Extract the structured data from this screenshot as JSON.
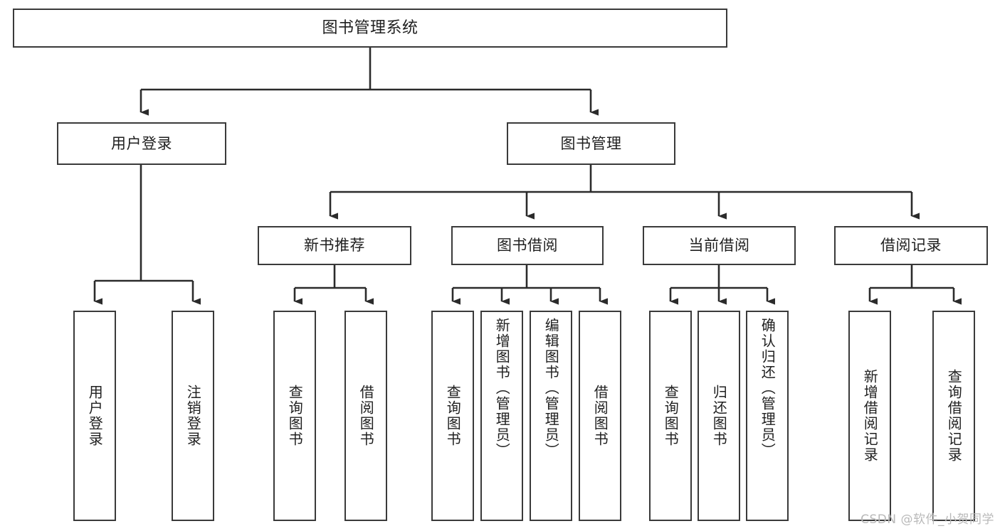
{
  "diagram": {
    "title": "图书管理系统",
    "type": "tree-hierarchy-diagram",
    "watermark": "CSDN @软件_小贺同学",
    "colors": {
      "background": "#ffffff",
      "box_border": "#3a3a3a",
      "connector": "#2b2b2b",
      "text": "#1f1f1f",
      "watermark": "#b9b9b9"
    },
    "root": {
      "label": "图书管理系统"
    },
    "level2": [
      {
        "label": "用户登录"
      },
      {
        "label": "图书管理"
      }
    ],
    "level3": [
      {
        "label": "新书推荐"
      },
      {
        "label": "图书借阅"
      },
      {
        "label": "当前借阅"
      },
      {
        "label": "借阅记录"
      }
    ],
    "leaves": {
      "user_login": [
        {
          "label": "用户登录"
        },
        {
          "label": "注销登录"
        }
      ],
      "new_book_recommend": [
        {
          "label": "查询图书"
        },
        {
          "label": "借阅图书"
        }
      ],
      "book_borrow": [
        {
          "label": "查询图书"
        },
        {
          "label": "新增图书（管理员）"
        },
        {
          "label": "编辑图书（管理员）"
        },
        {
          "label": "借阅图书"
        }
      ],
      "current_borrow": [
        {
          "label": "查询图书"
        },
        {
          "label": "归还图书"
        },
        {
          "label": "确认归还（管理员）"
        }
      ],
      "borrow_record": [
        {
          "label": "新增借阅记录"
        },
        {
          "label": "查询借阅记录"
        }
      ]
    }
  }
}
